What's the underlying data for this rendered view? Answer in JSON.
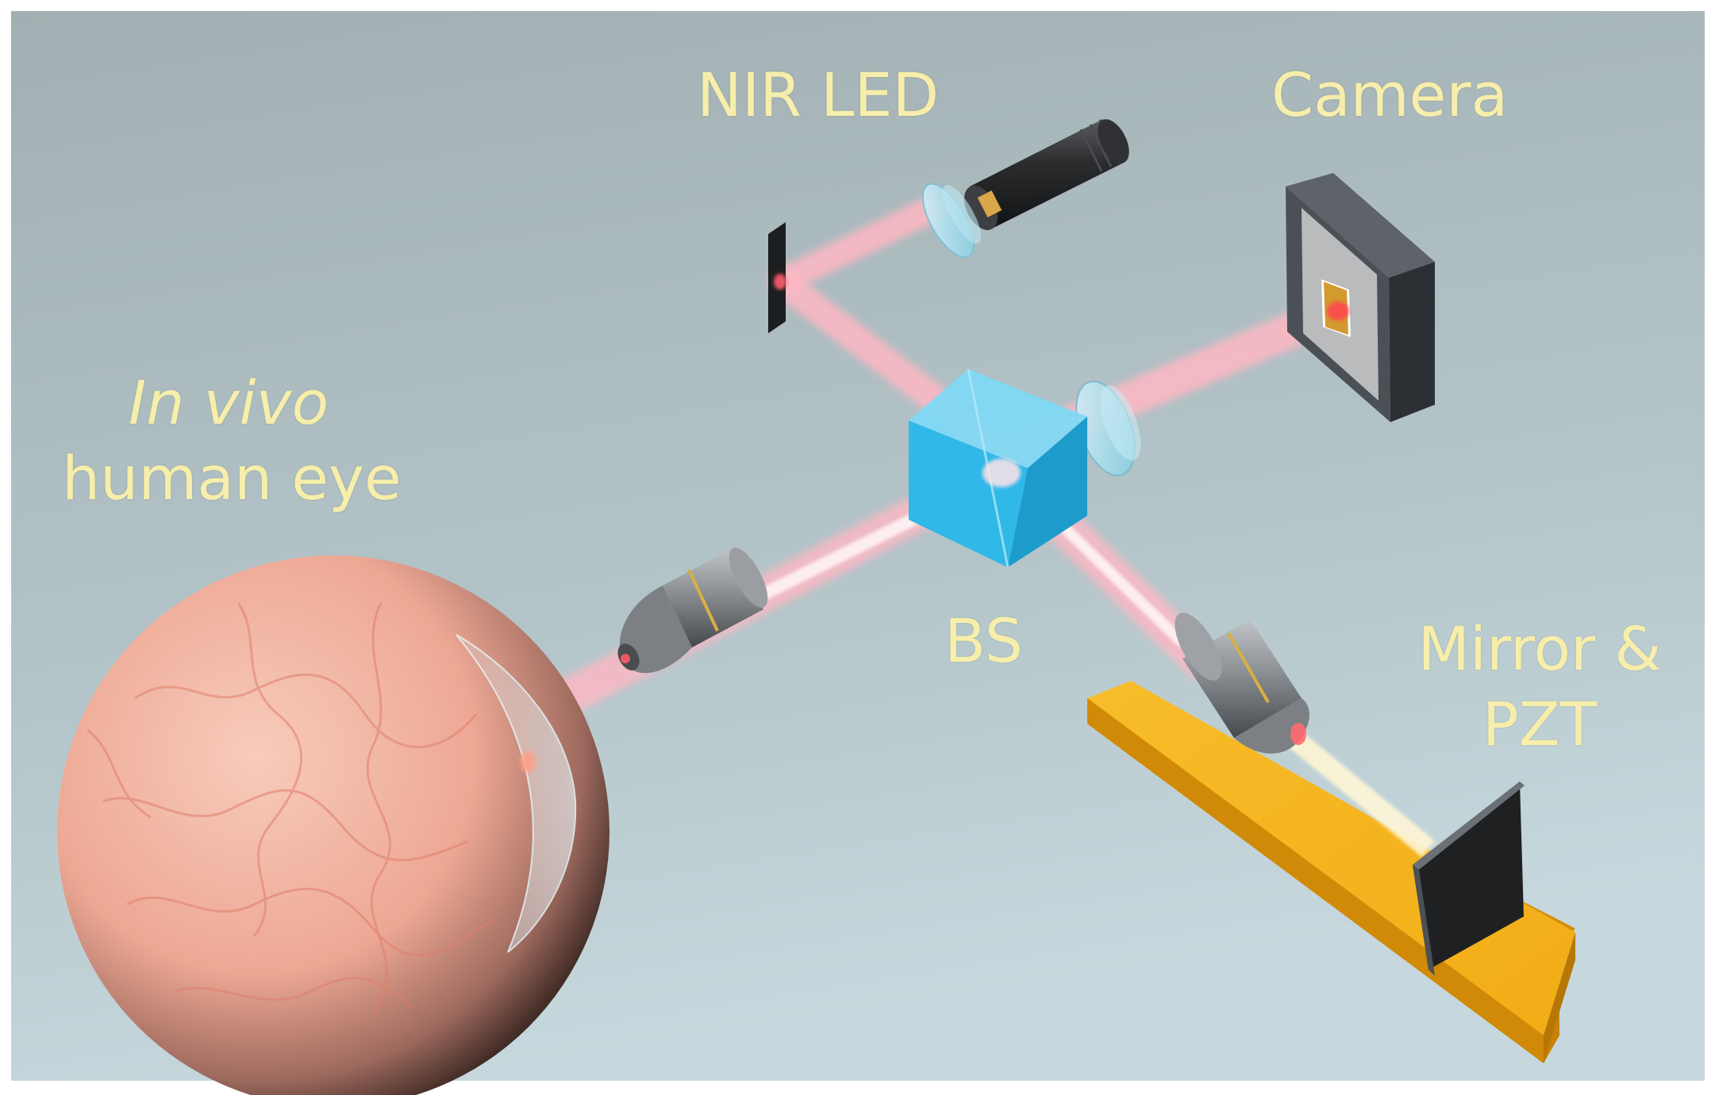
{
  "labels": {
    "nir_led": "NIR LED",
    "camera": "Camera",
    "eye_line1": "In vivo",
    "eye_line2": "human eye",
    "bs": "BS",
    "mirror_line1": "Mirror &",
    "mirror_line2": "PZT"
  },
  "colors": {
    "background_top": "#a3b1b4",
    "background_bottom": "#c4d6db",
    "label_text": "#f6eeaa",
    "beam": "#ffb8c4",
    "beam_core": "#fff2f4",
    "beam_splitter": "#29b5e6",
    "stage": "#f5b41e",
    "eye": "#f1b5a2",
    "camera_frame": "#3d4247",
    "led_body": "#2e2f31"
  }
}
